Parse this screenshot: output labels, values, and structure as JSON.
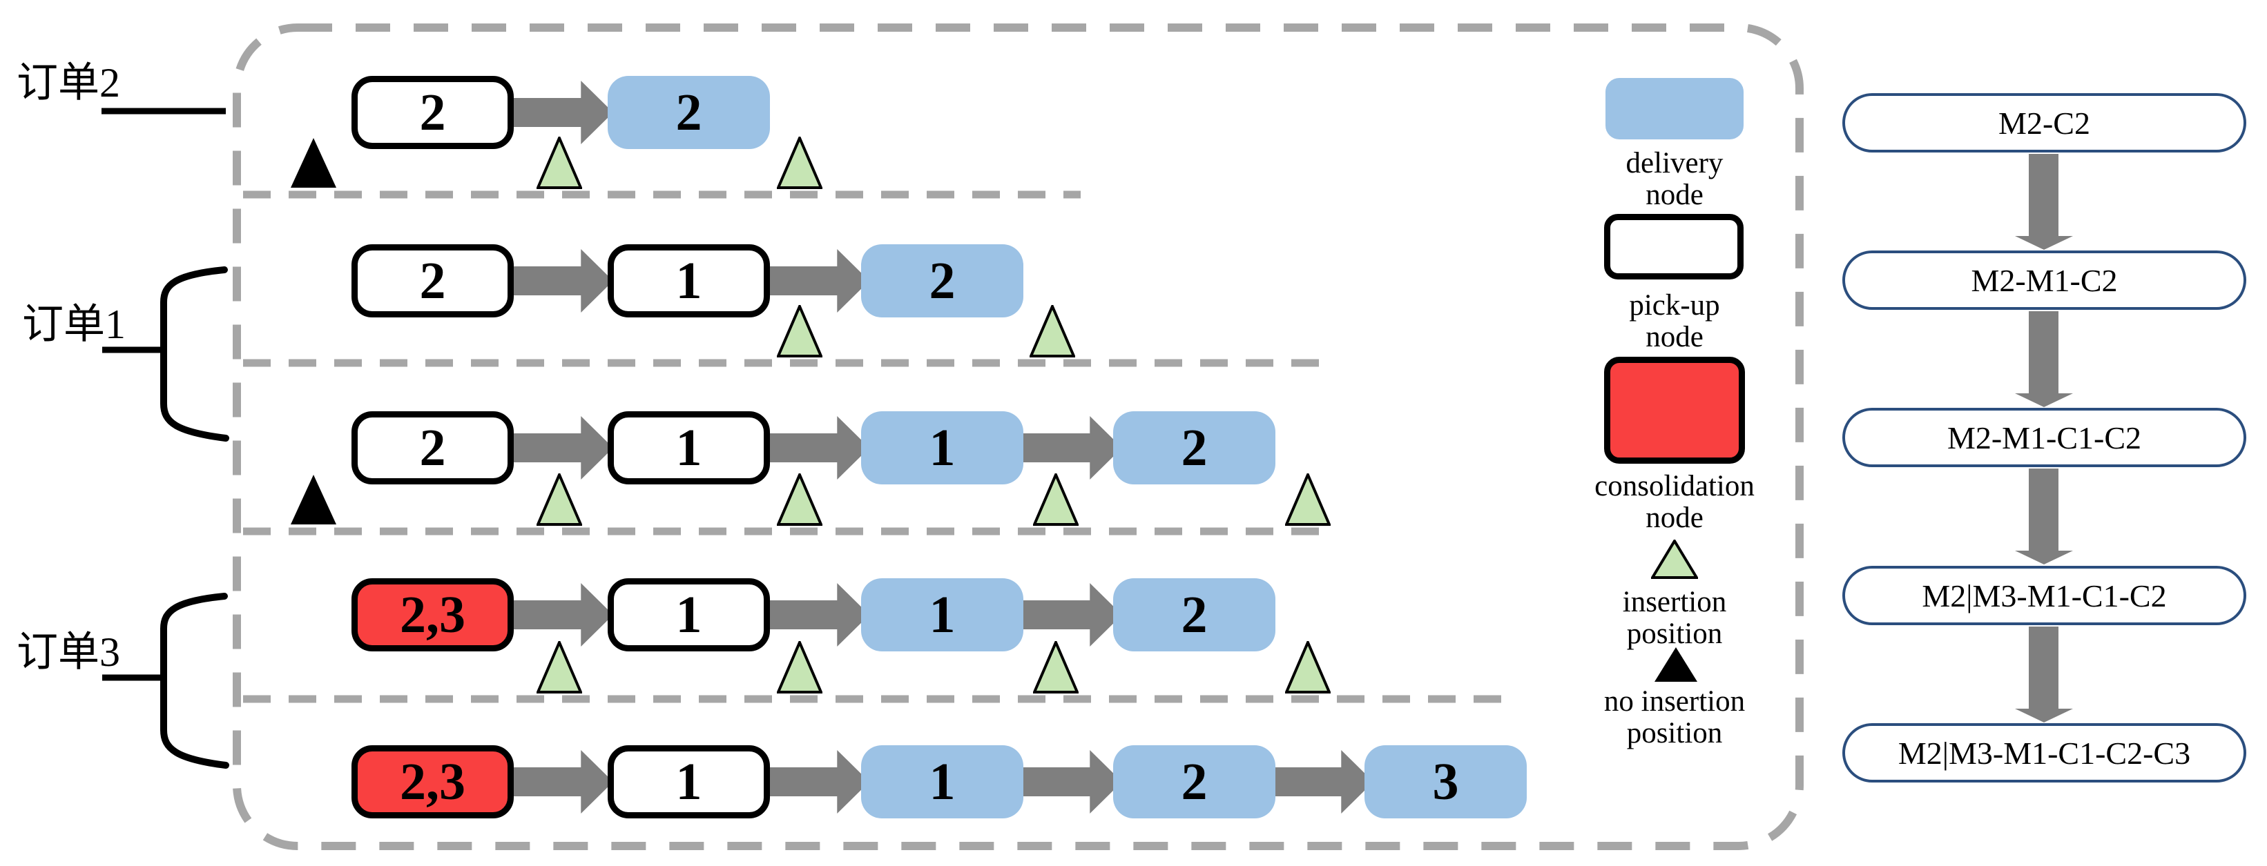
{
  "figure": "order-insertion-routes-diagram",
  "colors": {
    "delivery-node": "#9CC2E5",
    "consolidation-node": "#F94040",
    "insertion-marker": "#C6E5B4",
    "no-insertion-marker": "#000000",
    "arrow": "#7F7F7F",
    "dash": "#A6A6A6",
    "flow-border": "#2B4E7E"
  },
  "order_labels": {
    "order2": "订单2",
    "order1": "订单1",
    "order3": "订单3"
  },
  "rows": [
    {
      "nodes": [
        {
          "type": "pickup",
          "label": "2"
        },
        {
          "type": "delivery",
          "label": "2"
        }
      ],
      "insertion_positions": 2,
      "no_insertion_marker": true
    },
    {
      "nodes": [
        {
          "type": "pickup",
          "label": "2"
        },
        {
          "type": "pickup",
          "label": "1"
        },
        {
          "type": "delivery",
          "label": "2"
        }
      ],
      "insertion_positions": 2,
      "no_insertion_marker": false
    },
    {
      "nodes": [
        {
          "type": "pickup",
          "label": "2"
        },
        {
          "type": "pickup",
          "label": "1"
        },
        {
          "type": "delivery",
          "label": "1"
        },
        {
          "type": "delivery",
          "label": "2"
        }
      ],
      "insertion_positions": 4,
      "no_insertion_marker": true
    },
    {
      "nodes": [
        {
          "type": "consolidation",
          "label": "2,3"
        },
        {
          "type": "pickup",
          "label": "1"
        },
        {
          "type": "delivery",
          "label": "1"
        },
        {
          "type": "delivery",
          "label": "2"
        }
      ],
      "insertion_positions": 4,
      "no_insertion_marker": false
    },
    {
      "nodes": [
        {
          "type": "consolidation",
          "label": "2,3"
        },
        {
          "type": "pickup",
          "label": "1"
        },
        {
          "type": "delivery",
          "label": "1"
        },
        {
          "type": "delivery",
          "label": "2"
        },
        {
          "type": "delivery",
          "label": "3"
        }
      ],
      "insertion_positions": 0,
      "no_insertion_marker": false
    }
  ],
  "legend": {
    "items": [
      {
        "icon": "delivery-node",
        "label": "delivery node"
      },
      {
        "icon": "pickup-node",
        "label": "pick-up node"
      },
      {
        "icon": "consolidation-node",
        "label": "consolidation node"
      },
      {
        "icon": "insertion-position",
        "label": "insertion position"
      },
      {
        "icon": "no-insertion-position",
        "label": "no insertion position"
      }
    ]
  },
  "flowchart": {
    "steps": [
      "M2-C2",
      "M2-M1-C2",
      "M2-M1-C1-C2",
      "M2|M3-M1-C1-C2",
      "M2|M3-M1-C1-C2-C3"
    ]
  }
}
